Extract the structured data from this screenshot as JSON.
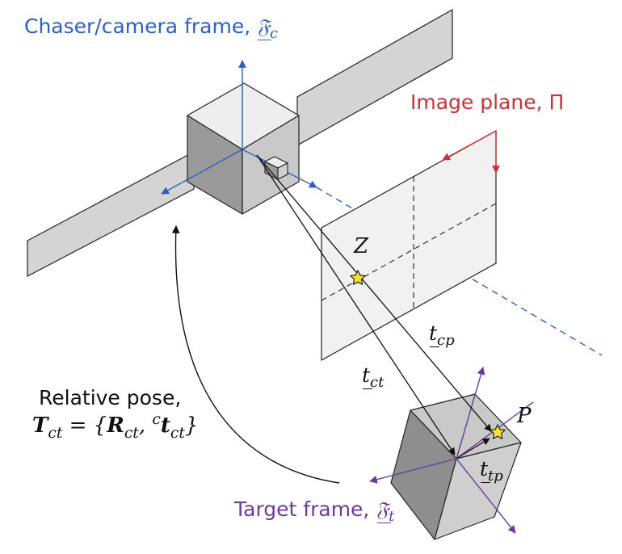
{
  "labels": {
    "chaser_frame": "Chaser/camera frame,",
    "chaser_symbol": "𝔉",
    "chaser_sub": "c",
    "image_plane": "Image plane,",
    "image_plane_symbol": "Π",
    "point_z": "Z",
    "point_p": "P",
    "t_cp": "t",
    "t_cp_sub": "cp",
    "t_ct": "t",
    "t_ct_sub": "ct",
    "t_tp": "t",
    "t_tp_sub": "tp",
    "relative_pose": "Relative pose,",
    "pose_T": "T",
    "pose_T_sub": "ct",
    "pose_eq": " = {",
    "pose_R": "R",
    "pose_R_sub": "ct",
    "pose_comma": ", ",
    "pose_sup": "c",
    "pose_t": "t",
    "pose_t_sub": "ct",
    "pose_close": "}",
    "target_frame": "Target frame,",
    "target_symbol": "𝔉",
    "target_sub": "t"
  },
  "colors": {
    "chaser": "#2f5fc4",
    "image_plane": "#c8323a",
    "target": "#6a3a9e",
    "star": "#f5e030",
    "text": "#111111"
  }
}
